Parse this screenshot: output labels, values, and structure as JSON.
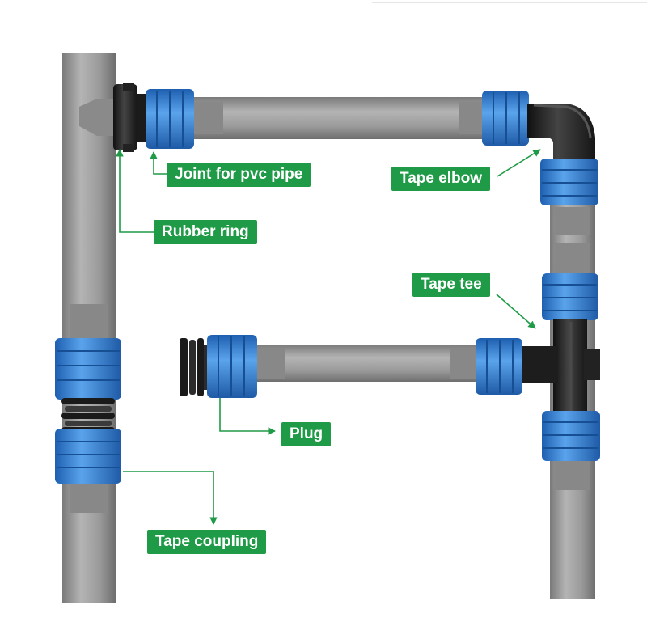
{
  "labels": {
    "joint_pvc": "Joint for pvc pipe",
    "rubber_ring": "Rubber ring",
    "tape_elbow": "Tape elbow",
    "tape_tee": "Tape tee",
    "plug": "Plug",
    "tape_coupling": "Tape coupling"
  },
  "colors": {
    "label_bg": "#1f9a46",
    "label_text": "#ffffff",
    "pipe": "#9a9a9a",
    "fitting_blue": "#3b86d6",
    "fitting_dark": "#2a2a2a"
  }
}
